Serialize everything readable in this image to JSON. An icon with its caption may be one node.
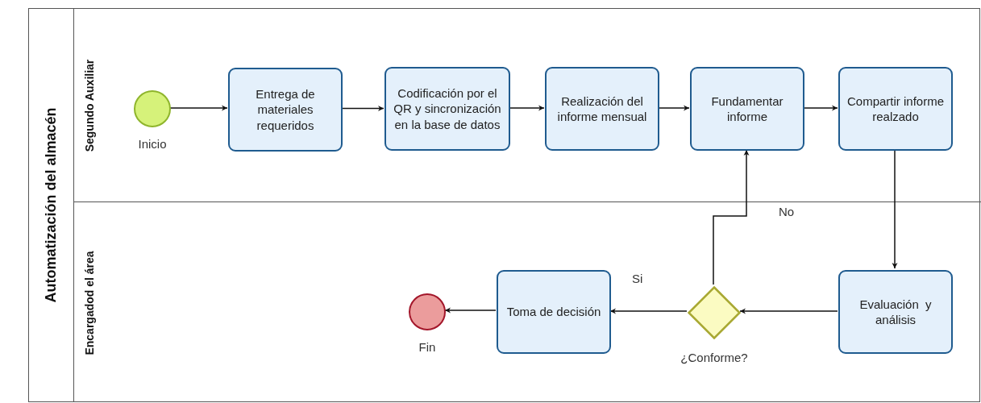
{
  "diagram": {
    "nodes": [
      {
        "text": [
          "Automatización del almacén"
        ]
      },
      {
        "text": [
          "Segundo Auxiliar"
        ],
        "in": 0
      },
      {
        "text": [
          "Encargadod el área"
        ],
        "in": 0
      },
      {
        "text": [],
        "shape": "circle",
        "in": 1,
        "beside": [
          "Inicio"
        ]
      },
      {
        "text": [
          "Entrega de materiales requeridos"
        ],
        "in": 1
      },
      {
        "text": [
          "Codificación por el QR y sincronización en la base de datos"
        ],
        "in": 1
      },
      {
        "text": [
          "Realización del informe mensual"
        ],
        "in": 1
      },
      {
        "text": [
          "Fundamentar informe"
        ],
        "in": 1
      },
      {
        "text": [
          "Compartir informe realzado"
        ],
        "in": 1
      },
      {
        "text": [
          "Evaluación  y análisis"
        ],
        "in": 2
      },
      {
        "text": [],
        "shape": "diamond",
        "in": 2,
        "beside": [
          "¿Conforme?"
        ]
      },
      {
        "text": [
          "Toma de decisión"
        ],
        "in": 2
      },
      {
        "text": [],
        "shape": "circle",
        "in": 2,
        "beside": [
          "Fin"
        ]
      }
    ],
    "edges": [
      {
        "from": 3,
        "to": 4,
        "arrow": "to"
      },
      {
        "from": 4,
        "to": 5,
        "arrow": "to"
      },
      {
        "from": 5,
        "to": 6,
        "arrow": "to"
      },
      {
        "from": 6,
        "to": 7,
        "arrow": "to"
      },
      {
        "from": 7,
        "to": 8,
        "arrow": "to"
      },
      {
        "from": 8,
        "to": 9,
        "arrow": "to"
      },
      {
        "from": 9,
        "to": 10,
        "arrow": "to"
      },
      {
        "from": 10,
        "to": 11,
        "arrow": "to",
        "label": "Si"
      },
      {
        "from": 10,
        "to": 7,
        "arrow": "to",
        "label": "No"
      },
      {
        "from": 11,
        "to": 12,
        "arrow": "to"
      }
    ]
  }
}
